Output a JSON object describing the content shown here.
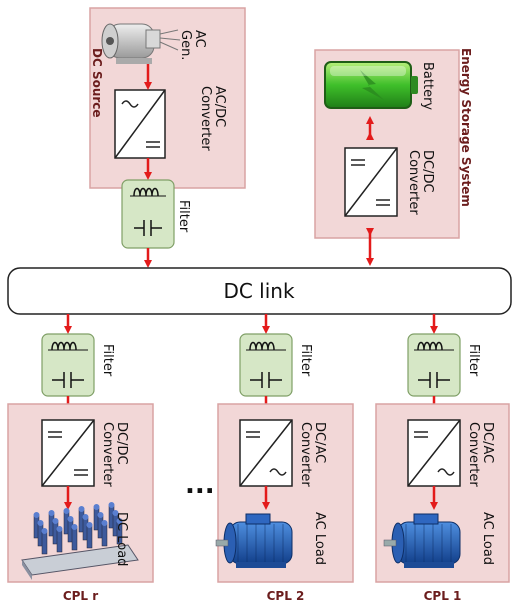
{
  "dc_source": {
    "title": "DC Source",
    "gen_label_1": "AC",
    "gen_label_2": "Gen.",
    "converter_label_1": "AC/DC",
    "converter_label_2": "Converter",
    "filter_label": "Filter"
  },
  "ess": {
    "title": "Energy Storage System",
    "battery_label": "Battery",
    "converter_label_1": "DC/DC",
    "converter_label_2": "Converter"
  },
  "dc_link": {
    "label": "DC link"
  },
  "ellipsis": "...",
  "loads": [
    {
      "filter_label": "Filter",
      "converter_label_1": "DC/DC",
      "converter_label_2": "Converter",
      "load_label": "DC Load",
      "cpl_label": "CPL r"
    },
    {
      "filter_label": "Filter",
      "converter_label_1": "DC/AC",
      "converter_label_2": "Converter",
      "load_label": "AC Load",
      "cpl_label": "CPL 2"
    },
    {
      "filter_label": "Filter",
      "converter_label_1": "DC/AC",
      "converter_label_2": "Converter",
      "load_label": "AC Load",
      "cpl_label": "CPL 1"
    }
  ],
  "colors": {
    "panel_fill": "#f2d7d7",
    "panel_stroke": "#d9a3a3",
    "filter_fill": "#d6e7c6",
    "filter_stroke": "#7f9f66",
    "arrow": "#e31b1b",
    "title": "#6b1d1d"
  }
}
